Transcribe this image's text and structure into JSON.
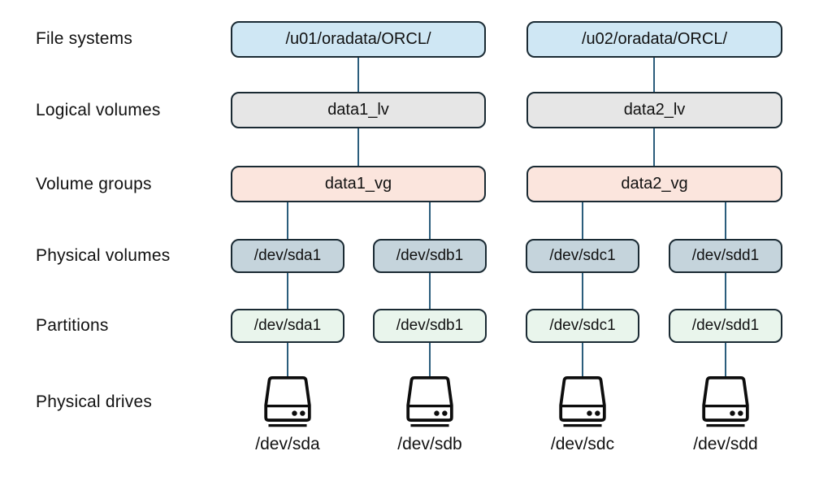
{
  "row_labels": [
    "File systems",
    "Logical volumes",
    "Volume groups",
    "Physical volumes",
    "Partitions",
    "Physical drives"
  ],
  "groups": [
    {
      "filesystem": "/u01/oradata/ORCL/",
      "logical_volume": "data1_lv",
      "volume_group": "data1_vg",
      "devices": [
        {
          "physical_volume": "/dev/sda1",
          "partition": "/dev/sda1",
          "drive": "/dev/sda"
        },
        {
          "physical_volume": "/dev/sdb1",
          "partition": "/dev/sdb1",
          "drive": "/dev/sdb"
        }
      ]
    },
    {
      "filesystem": "/u02/oradata/ORCL/",
      "logical_volume": "data2_lv",
      "volume_group": "data2_vg",
      "devices": [
        {
          "physical_volume": "/dev/sdc1",
          "partition": "/dev/sdc1",
          "drive": "/dev/sdc"
        },
        {
          "physical_volume": "/dev/sdd1",
          "partition": "/dev/sdd1",
          "drive": "/dev/sdd"
        }
      ]
    }
  ],
  "icons": {
    "physical_drive": "hard-drive-icon"
  },
  "colors": {
    "filesystem_fill": "#cfe7f4",
    "logical_volume_fill": "#e6e6e6",
    "volume_group_fill": "#fbe5dd",
    "physical_volume_fill": "#c5d4dc",
    "partition_fill": "#e9f5ec",
    "box_border": "#1a2a33",
    "connector": "#2b5d7c",
    "text": "#111111"
  }
}
